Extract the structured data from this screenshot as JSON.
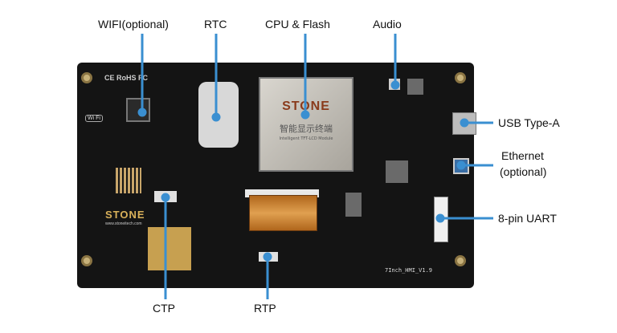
{
  "labels": {
    "wifi": "WIFI(optional)",
    "rtc": "RTC",
    "cpu": "CPU & Flash",
    "audio": "Audio",
    "usb": "USB Type-A",
    "ethernet_line1": "Ethernet",
    "ethernet_line2": "(optional)",
    "uart": "8-pin UART",
    "ctp": "CTP",
    "rtp": "RTP"
  },
  "board": {
    "chip_brand": "STONE",
    "chip_cn": "智能显示终端",
    "chip_sub": "Intelligent TFT-LCD Module",
    "brand_logo": "STONE",
    "brand_url": "www.stoneitech.com",
    "cert_marks": "CE RoHS FC",
    "wifi_badge": "Wi Fi",
    "version": "7Inch_HMI_V1.9"
  },
  "colors": {
    "callout": "#3a8fd1",
    "board": "#141414",
    "text": "#111111"
  }
}
